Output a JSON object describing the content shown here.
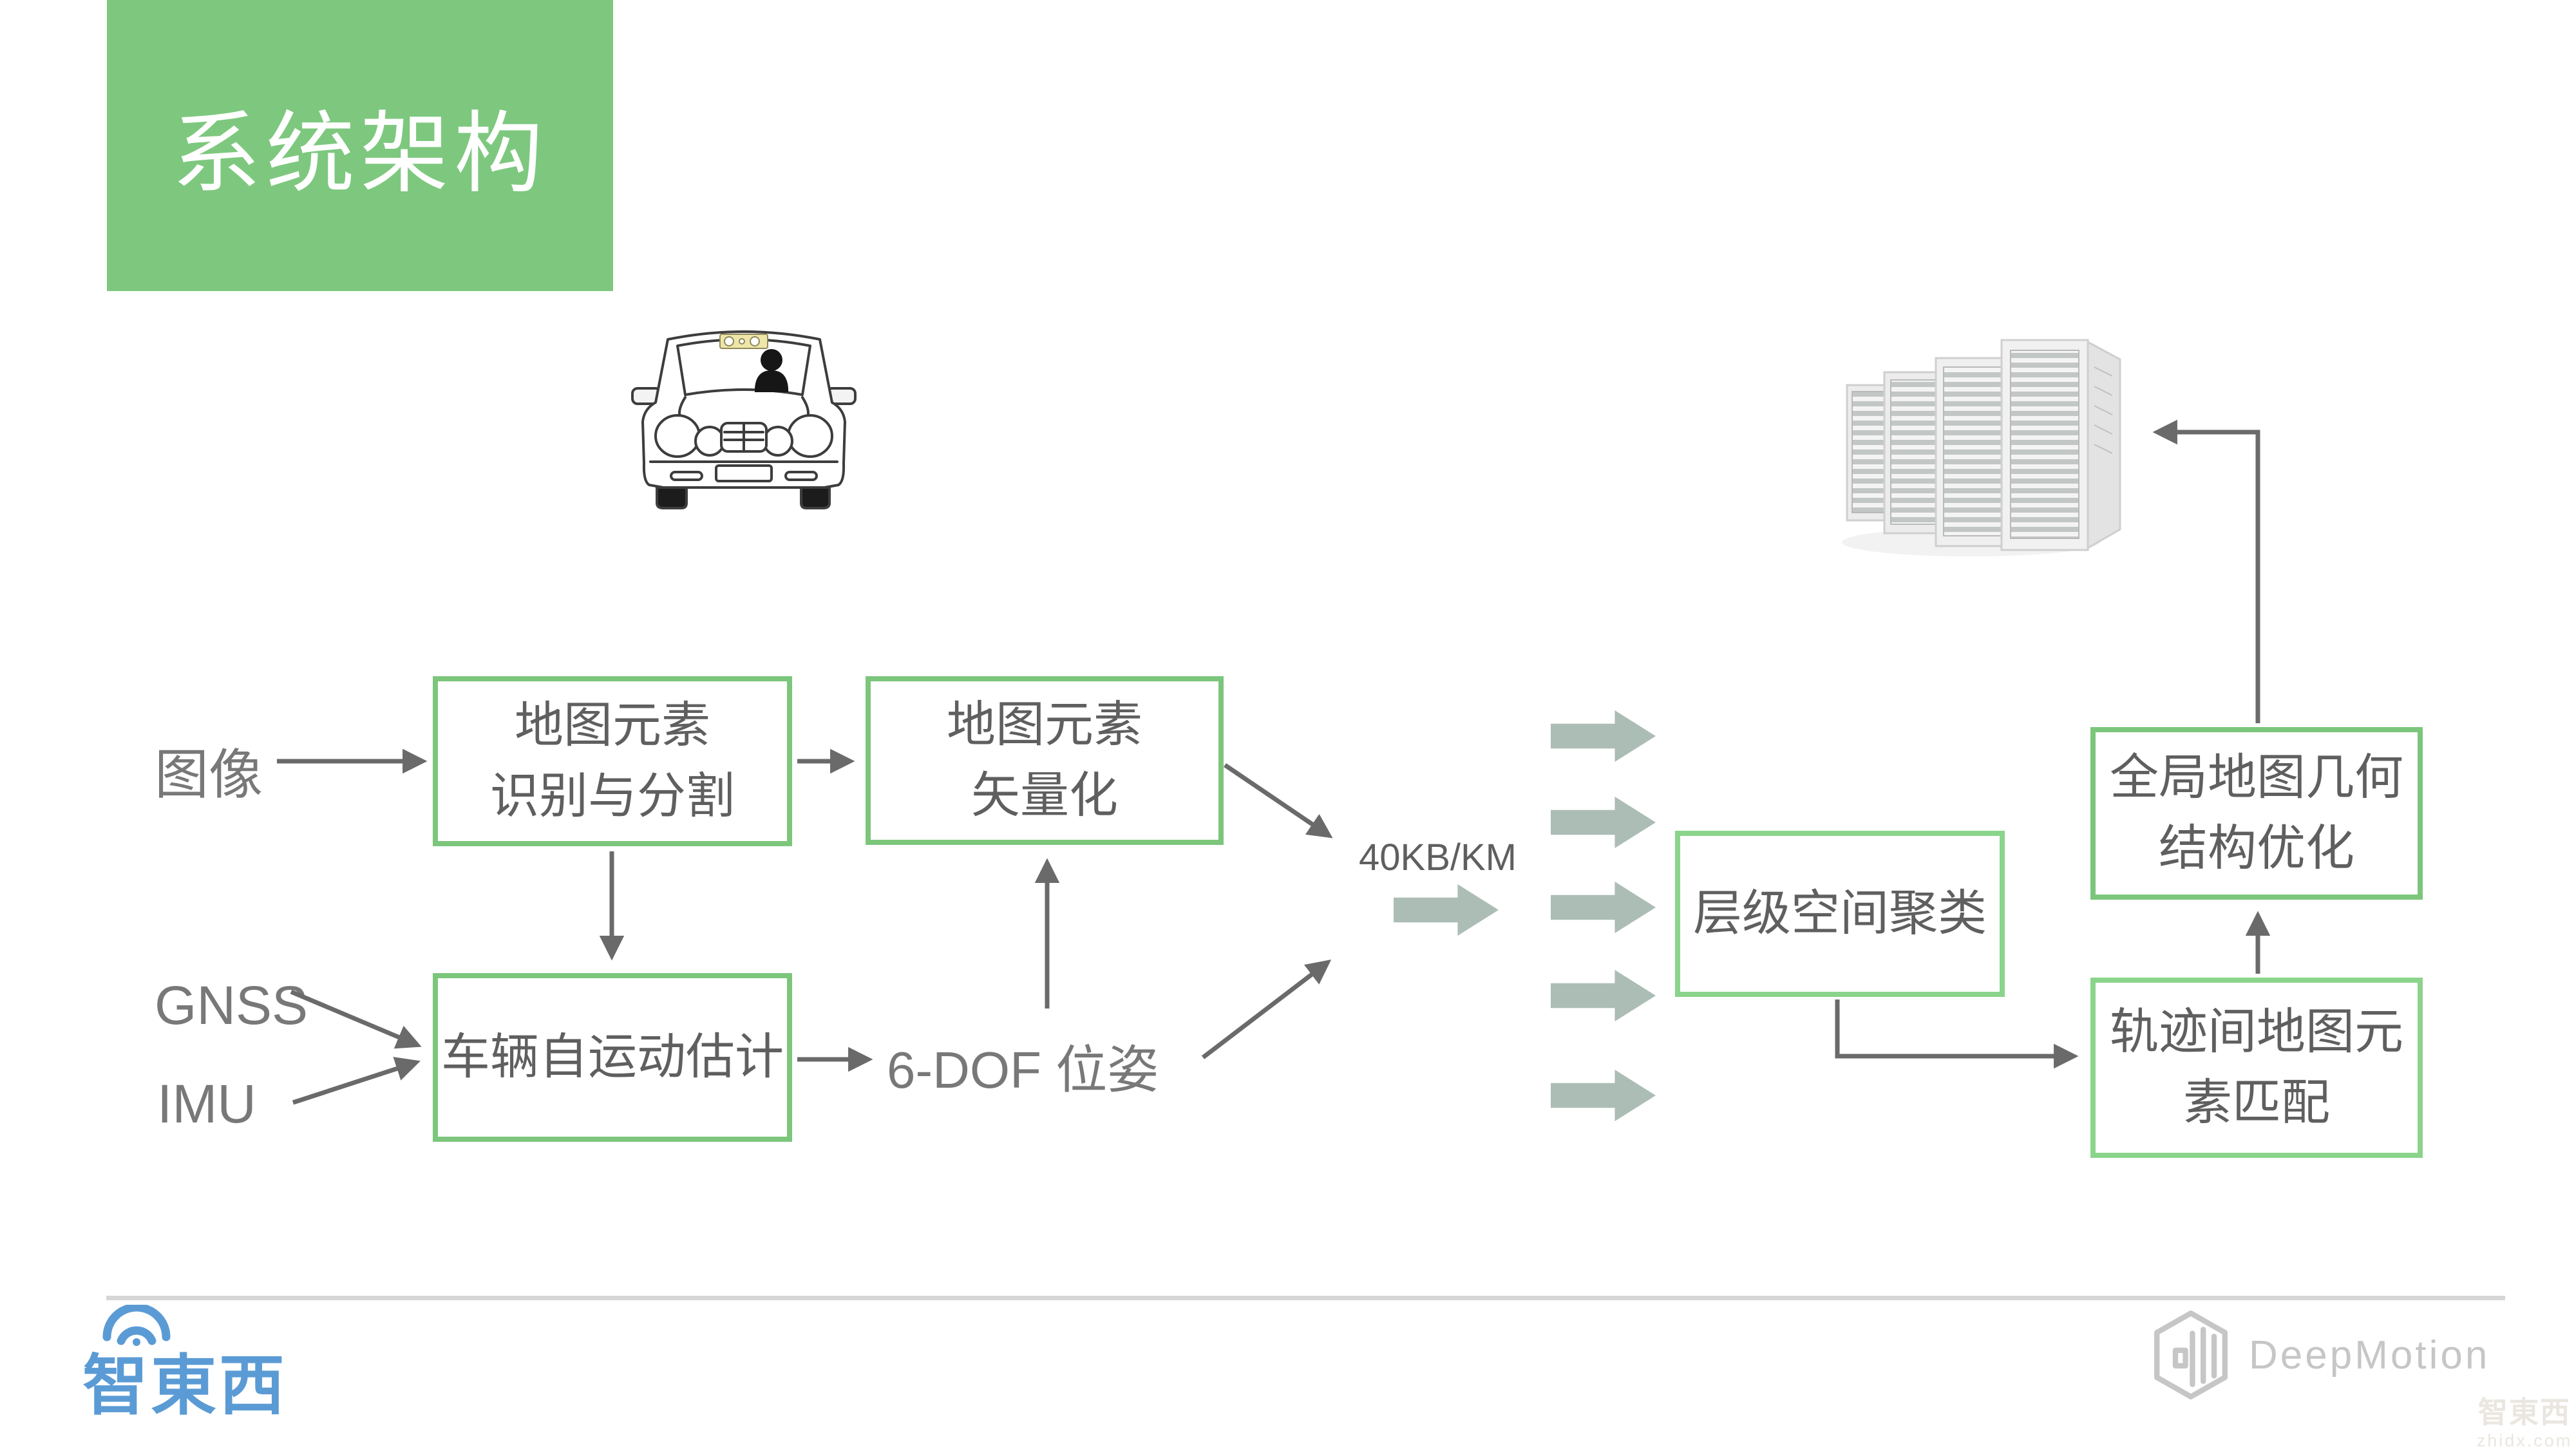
{
  "slide": {
    "title": "系统架构"
  },
  "colors": {
    "accent_green": "#7DC87E",
    "box_border_green": "#7CC67C",
    "box_border_green_light": "#8BD48B",
    "text_gray": "#5f5f5f",
    "label_gray": "#787878",
    "divider_gray": "#D6D6D6",
    "block_arrow": "#ACBDB5",
    "arrow_gray": "#6A6A6A",
    "logo_blue": "#5B9BD5",
    "logo_gray": "#C6C6C6",
    "watermark": "#EAE6E0"
  },
  "icons": {
    "car": "car-front-with-driver-and-camera-icon",
    "server": "server-rack-cluster-icon",
    "wifi": "wifi-icon",
    "deepmotion_mark": "hexagon-cube-icon"
  },
  "diagram": {
    "labels": {
      "image": "图像",
      "gnss": "GNSS",
      "imu": "IMU",
      "pose": "6-DOF 位姿",
      "bandwidth": "40KB/KM"
    },
    "boxes": {
      "recognition": {
        "line1": "地图元素",
        "line2": "识别与分割"
      },
      "vectorization": {
        "line1": "地图元素",
        "line2": "矢量化"
      },
      "ego_motion": {
        "line1": "车辆自运动估计"
      },
      "clustering": {
        "line1": "层级空间聚类"
      },
      "matching": {
        "line1": "轨迹间地图元",
        "line2": "素匹配"
      },
      "optimization": {
        "line1": "全局地图几何",
        "line2": "结构优化"
      }
    }
  },
  "footer": {
    "zhidx_logo": "智東西",
    "deepmotion": "DeepMotion",
    "watermark_name": "智東西",
    "watermark_site": "zhidx.com"
  }
}
